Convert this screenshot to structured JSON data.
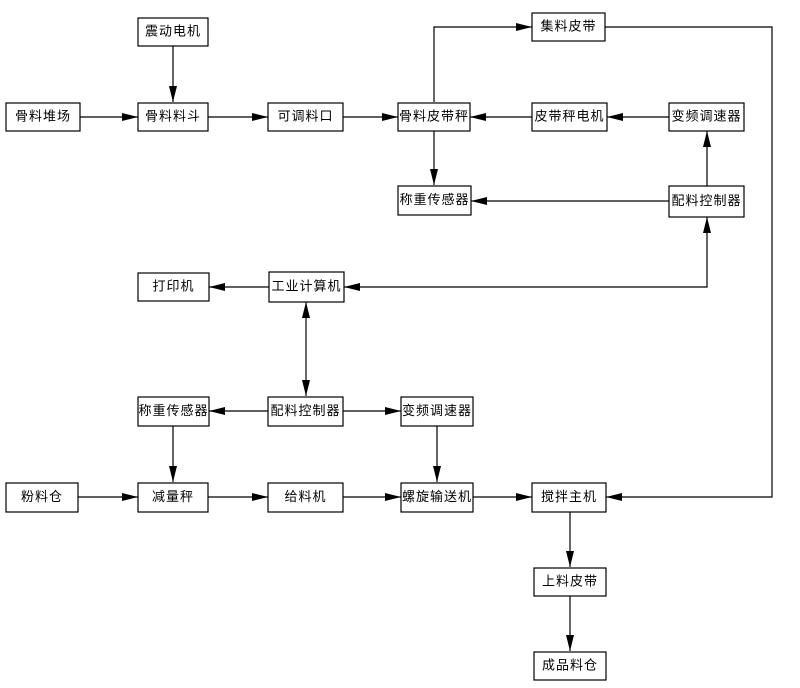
{
  "nodes": {
    "vibration_motor": "震动电机",
    "aggregate_yard": "骨料堆场",
    "aggregate_hopper": "骨料料斗",
    "adjustable_outlet": "可调料口",
    "aggregate_belt_scale": "骨料皮带秤",
    "collecting_belt": "集料皮带",
    "belt_scale_motor": "皮带秤电机",
    "vfd_upper": "变频调速器",
    "load_cell_upper": "称重传感器",
    "batch_controller_upper": "配料控制器",
    "printer": "打印机",
    "industrial_computer": "工业计算机",
    "load_cell_lower": "称重传感器",
    "batch_controller_lower": "配料控制器",
    "vfd_lower": "变频调速器",
    "powder_silo": "粉料仓",
    "loss_in_weight_scale": "减量秤",
    "feeder": "给料机",
    "screw_conveyor": "螺旋输送机",
    "main_mixer": "搅拌主机",
    "loading_belt": "上料皮带",
    "finished_silo": "成品料仓"
  }
}
